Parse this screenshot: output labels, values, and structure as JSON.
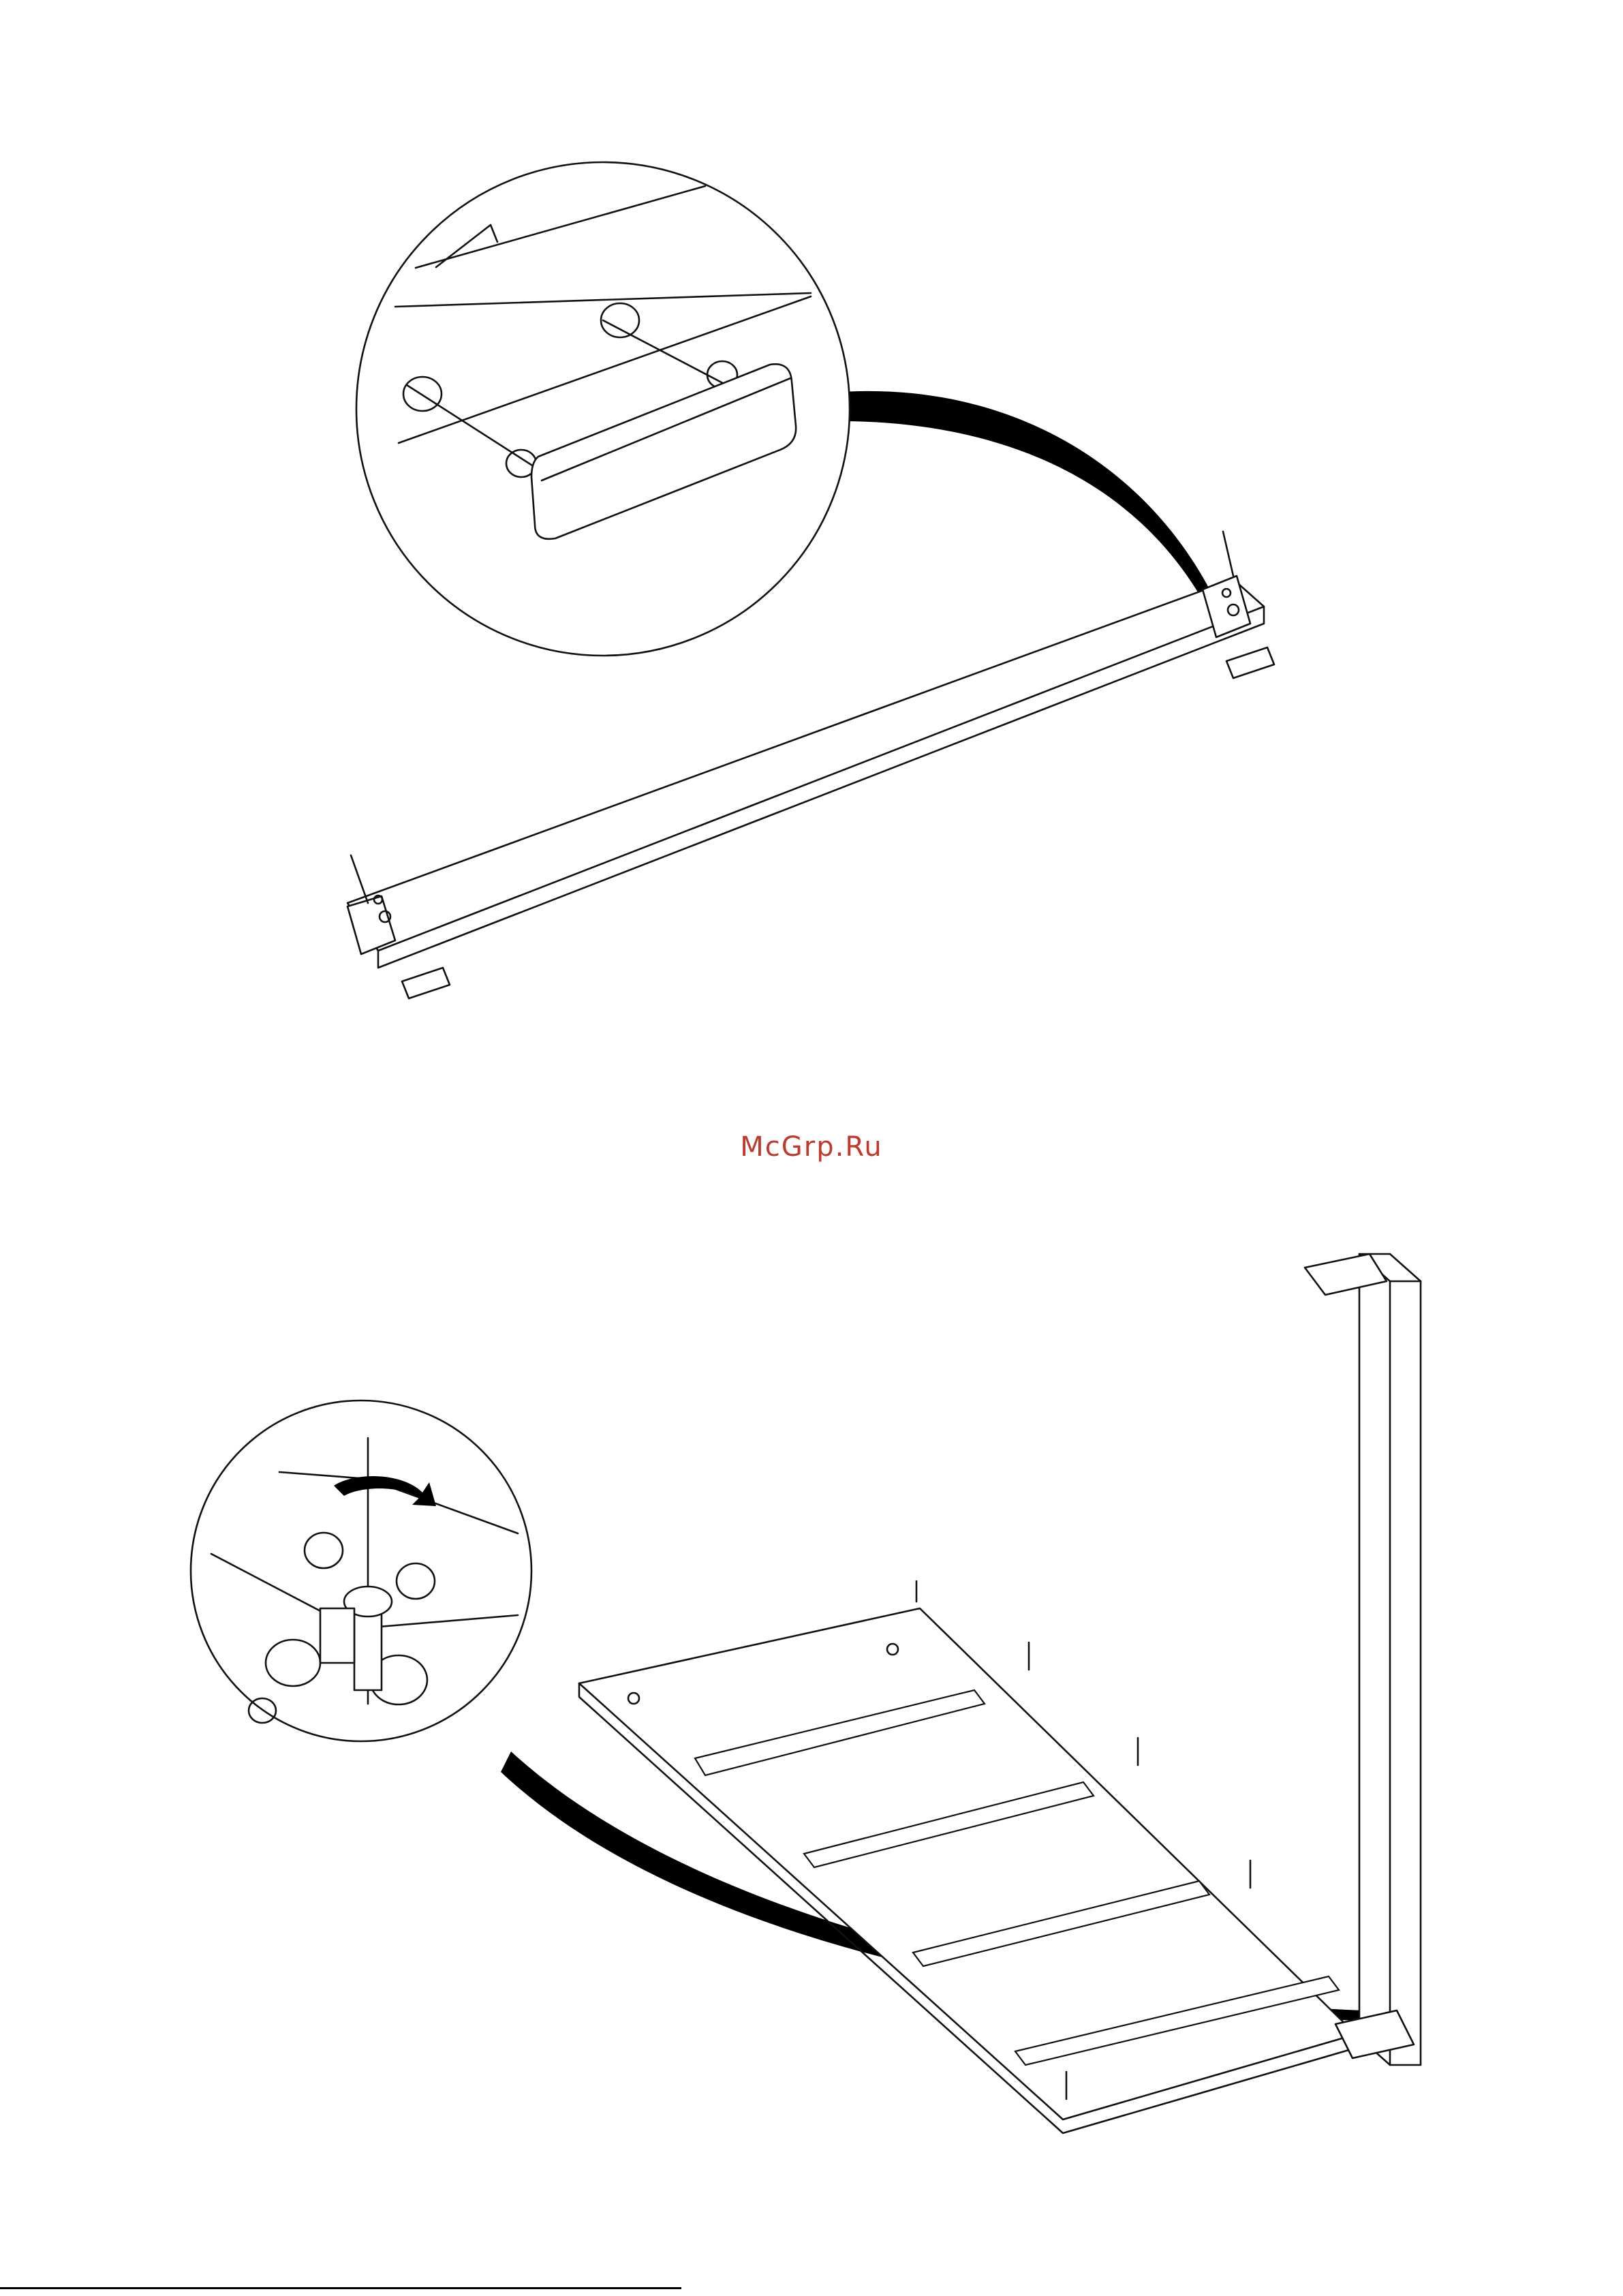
{
  "watermark": {
    "text": "McGrp.Ru",
    "color": "#c0392b"
  },
  "figures": {
    "top": {
      "icon": "shelf-rail-with-end-caps-illustration"
    },
    "bottom": {
      "icon": "panel-with-rails-and-frame-illustration"
    }
  },
  "colors": {
    "line": "#111111",
    "background": "#ffffff"
  }
}
